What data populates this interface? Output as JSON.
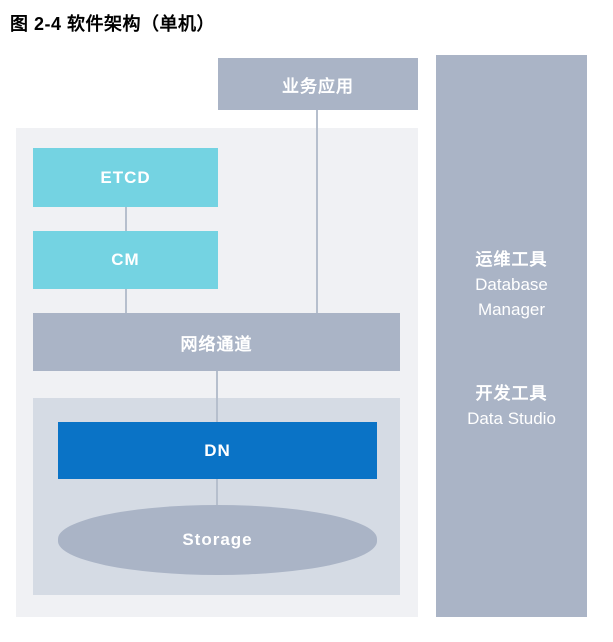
{
  "figure": {
    "title": "图 2-4 软件架构（单机）"
  },
  "diagram": {
    "business_app_label": "业务应用",
    "etcd_label": "ETCD",
    "cm_label": "CM",
    "network_channel_label": "网络通道",
    "dn_label": "DN",
    "storage_label": "Storage"
  },
  "sidebar": {
    "om_tool_title": "运维工具",
    "om_tool_name": "Database\nManager",
    "dev_tool_title": "开发工具",
    "dev_tool_name": "Data Studio"
  },
  "colors": {
    "grayblue_box": "#aab4c6",
    "cyan_box": "#74d3e2",
    "dn_blue": "#0a73c6",
    "outer_container": "#f0f1f4",
    "inner_container": "#d5dbe4",
    "connector_line": "#b6bfcd",
    "box_text": "#ffffff",
    "title_text": "#000000"
  }
}
